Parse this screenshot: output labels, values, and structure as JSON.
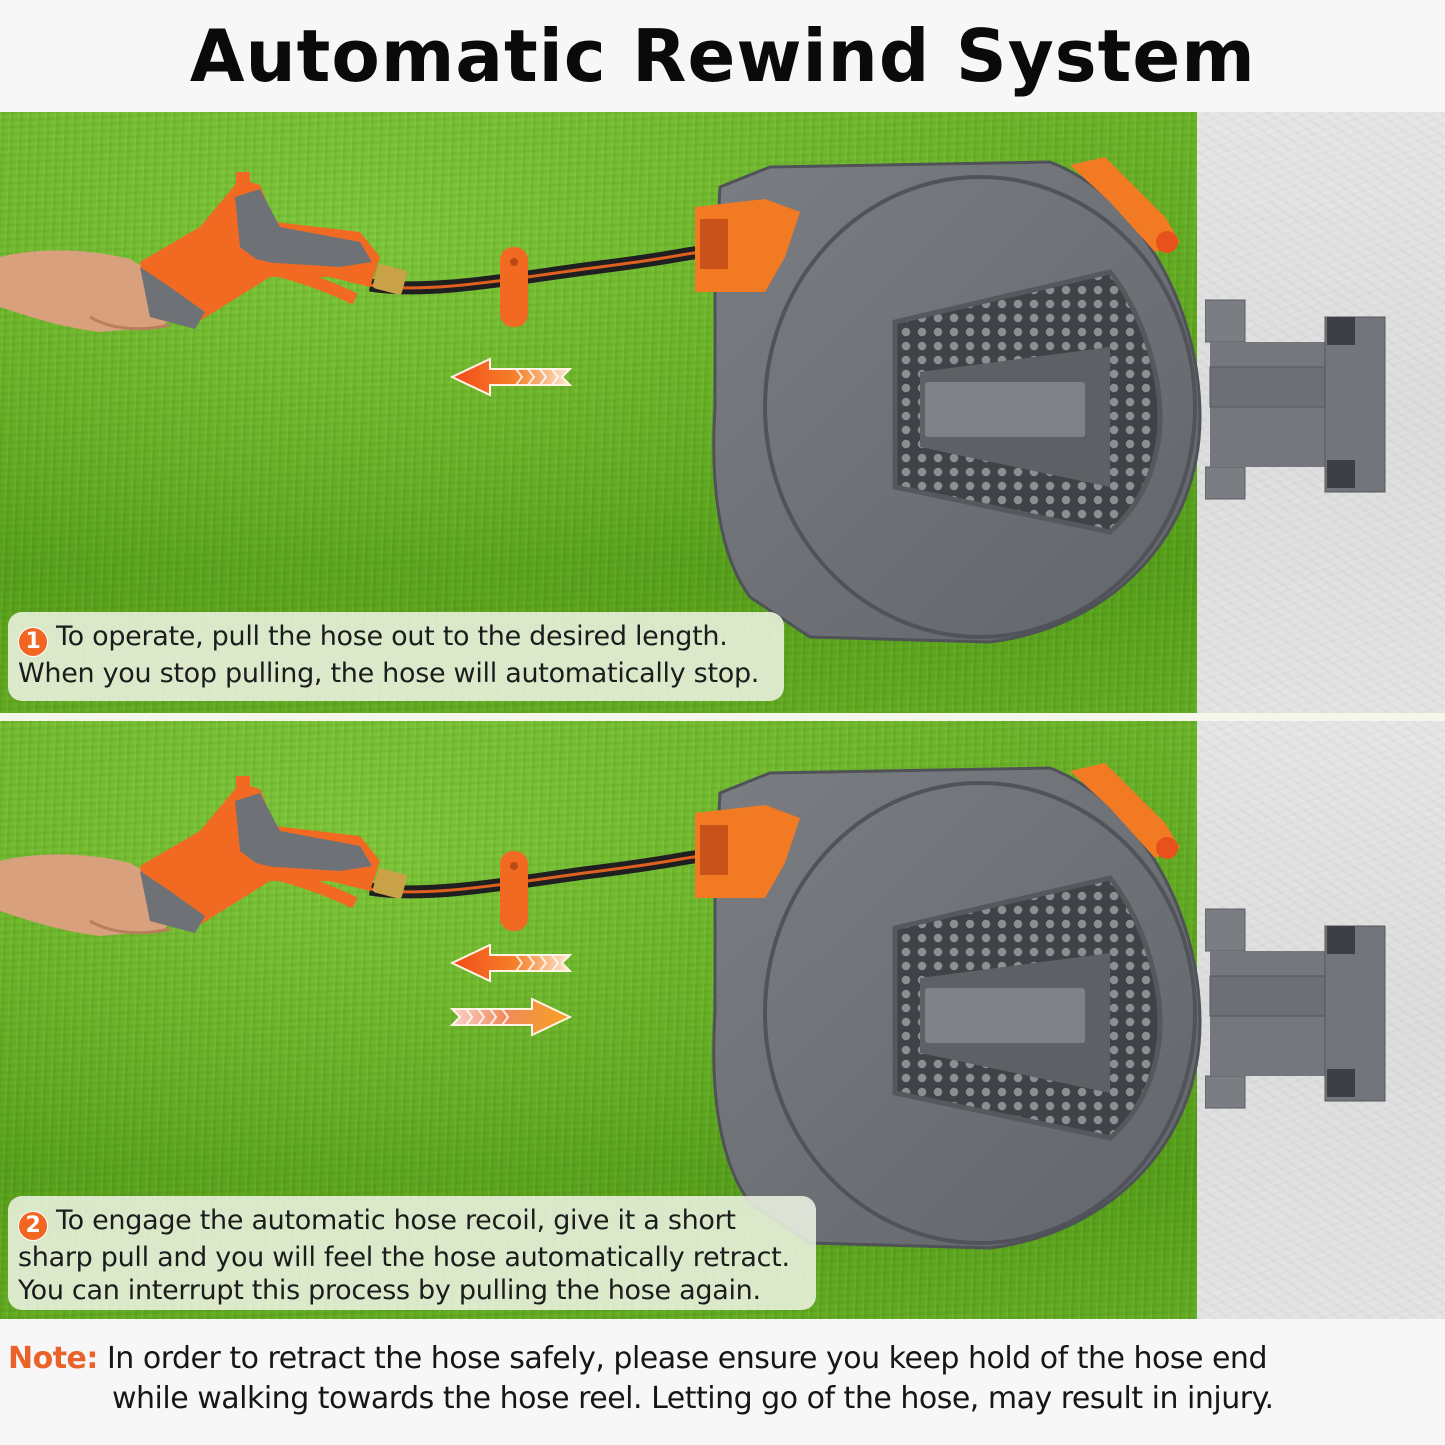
{
  "title": "Automatic Rewind System",
  "colors": {
    "accent_orange": "#f26522",
    "note_label": "#e8622a",
    "reel_gray": "#6f7276",
    "reel_dark": "#4a4d52",
    "grass_green": "#5fa81e",
    "wall": "#e2e2e2",
    "caption_bg": "#f0f5e6"
  },
  "panels": [
    {
      "step_number": "1",
      "caption_lines": [
        "To operate, pull the hose out to the desired length.",
        "When you stop pulling, the hose will automatically stop."
      ],
      "arrows": [
        "arrow-left-pull"
      ]
    },
    {
      "step_number": "2",
      "caption_lines": [
        "To engage the automatic hose recoil, give it a short",
        "sharp pull and you will feel the hose automatically retract.",
        "You can interrupt this process by pulling the hose again."
      ],
      "arrows": [
        "arrow-left-pull",
        "arrow-right-retract"
      ]
    }
  ],
  "note": {
    "label": "Note:",
    "line1": "In order to retract the hose safely, please ensure you keep hold of the hose end",
    "line2": "while walking towards the hose reel. Letting go of the hose, may result in injury."
  },
  "icons": {
    "left_arrow": "arrow-left-icon",
    "right_arrow": "arrow-right-icon",
    "step_badge": "numbered-circle-icon"
  }
}
